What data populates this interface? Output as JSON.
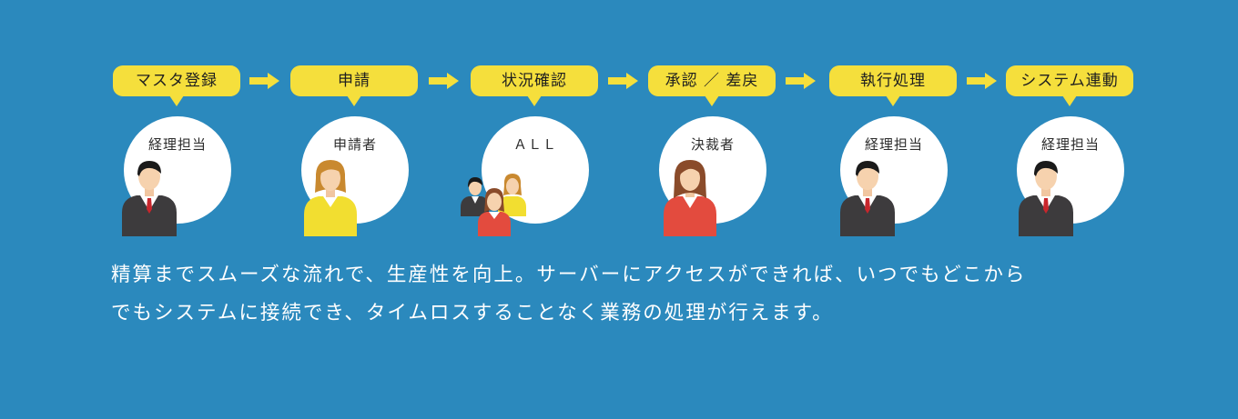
{
  "steps": [
    {
      "label": "マスタ登録",
      "role": "経理担当",
      "figure": "man-suit"
    },
    {
      "label": "申請",
      "role": "申請者",
      "figure": "woman-yellow"
    },
    {
      "label": "状況確認",
      "role": "ＡＬＬ",
      "figure": "group"
    },
    {
      "label": "承認 ／ 差戻",
      "role": "決裁者",
      "figure": "woman-red"
    },
    {
      "label": "執行処理",
      "role": "経理担当",
      "figure": "man-suit"
    },
    {
      "label": "システム連動",
      "role": "経理担当",
      "figure": "man-suit"
    }
  ],
  "description": {
    "line1": "精算までスムーズな流れで、生産性を向上。サーバーにアクセスができれば、いつでもどこから",
    "line2": "でもシステムに接続でき、タイムロスすることなく業務の処理が行えます。"
  },
  "colors": {
    "background": "#2b89bd",
    "bubble": "#f5df3c",
    "arrow": "#f5df3c",
    "circle": "#ffffff"
  }
}
